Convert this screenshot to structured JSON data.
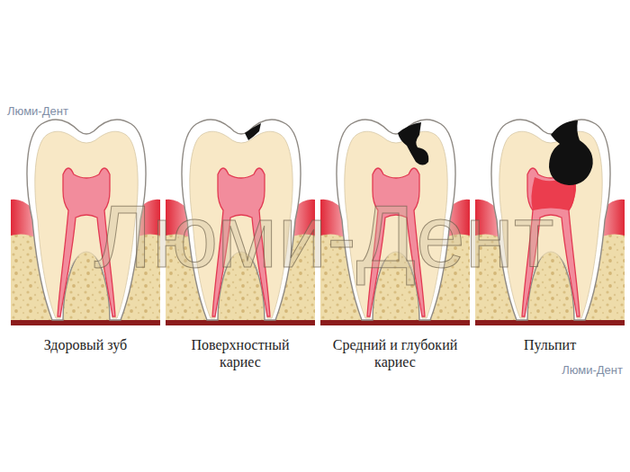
{
  "diagram": {
    "labels": [
      "Люми-Дент",
      "Люми-Дент",
      "Здоровый зуб",
      "Поверхностный кариес",
      "Средний и глубокий кариес",
      "Пульпит",
      "Люми-Дент"
    ]
  }
}
